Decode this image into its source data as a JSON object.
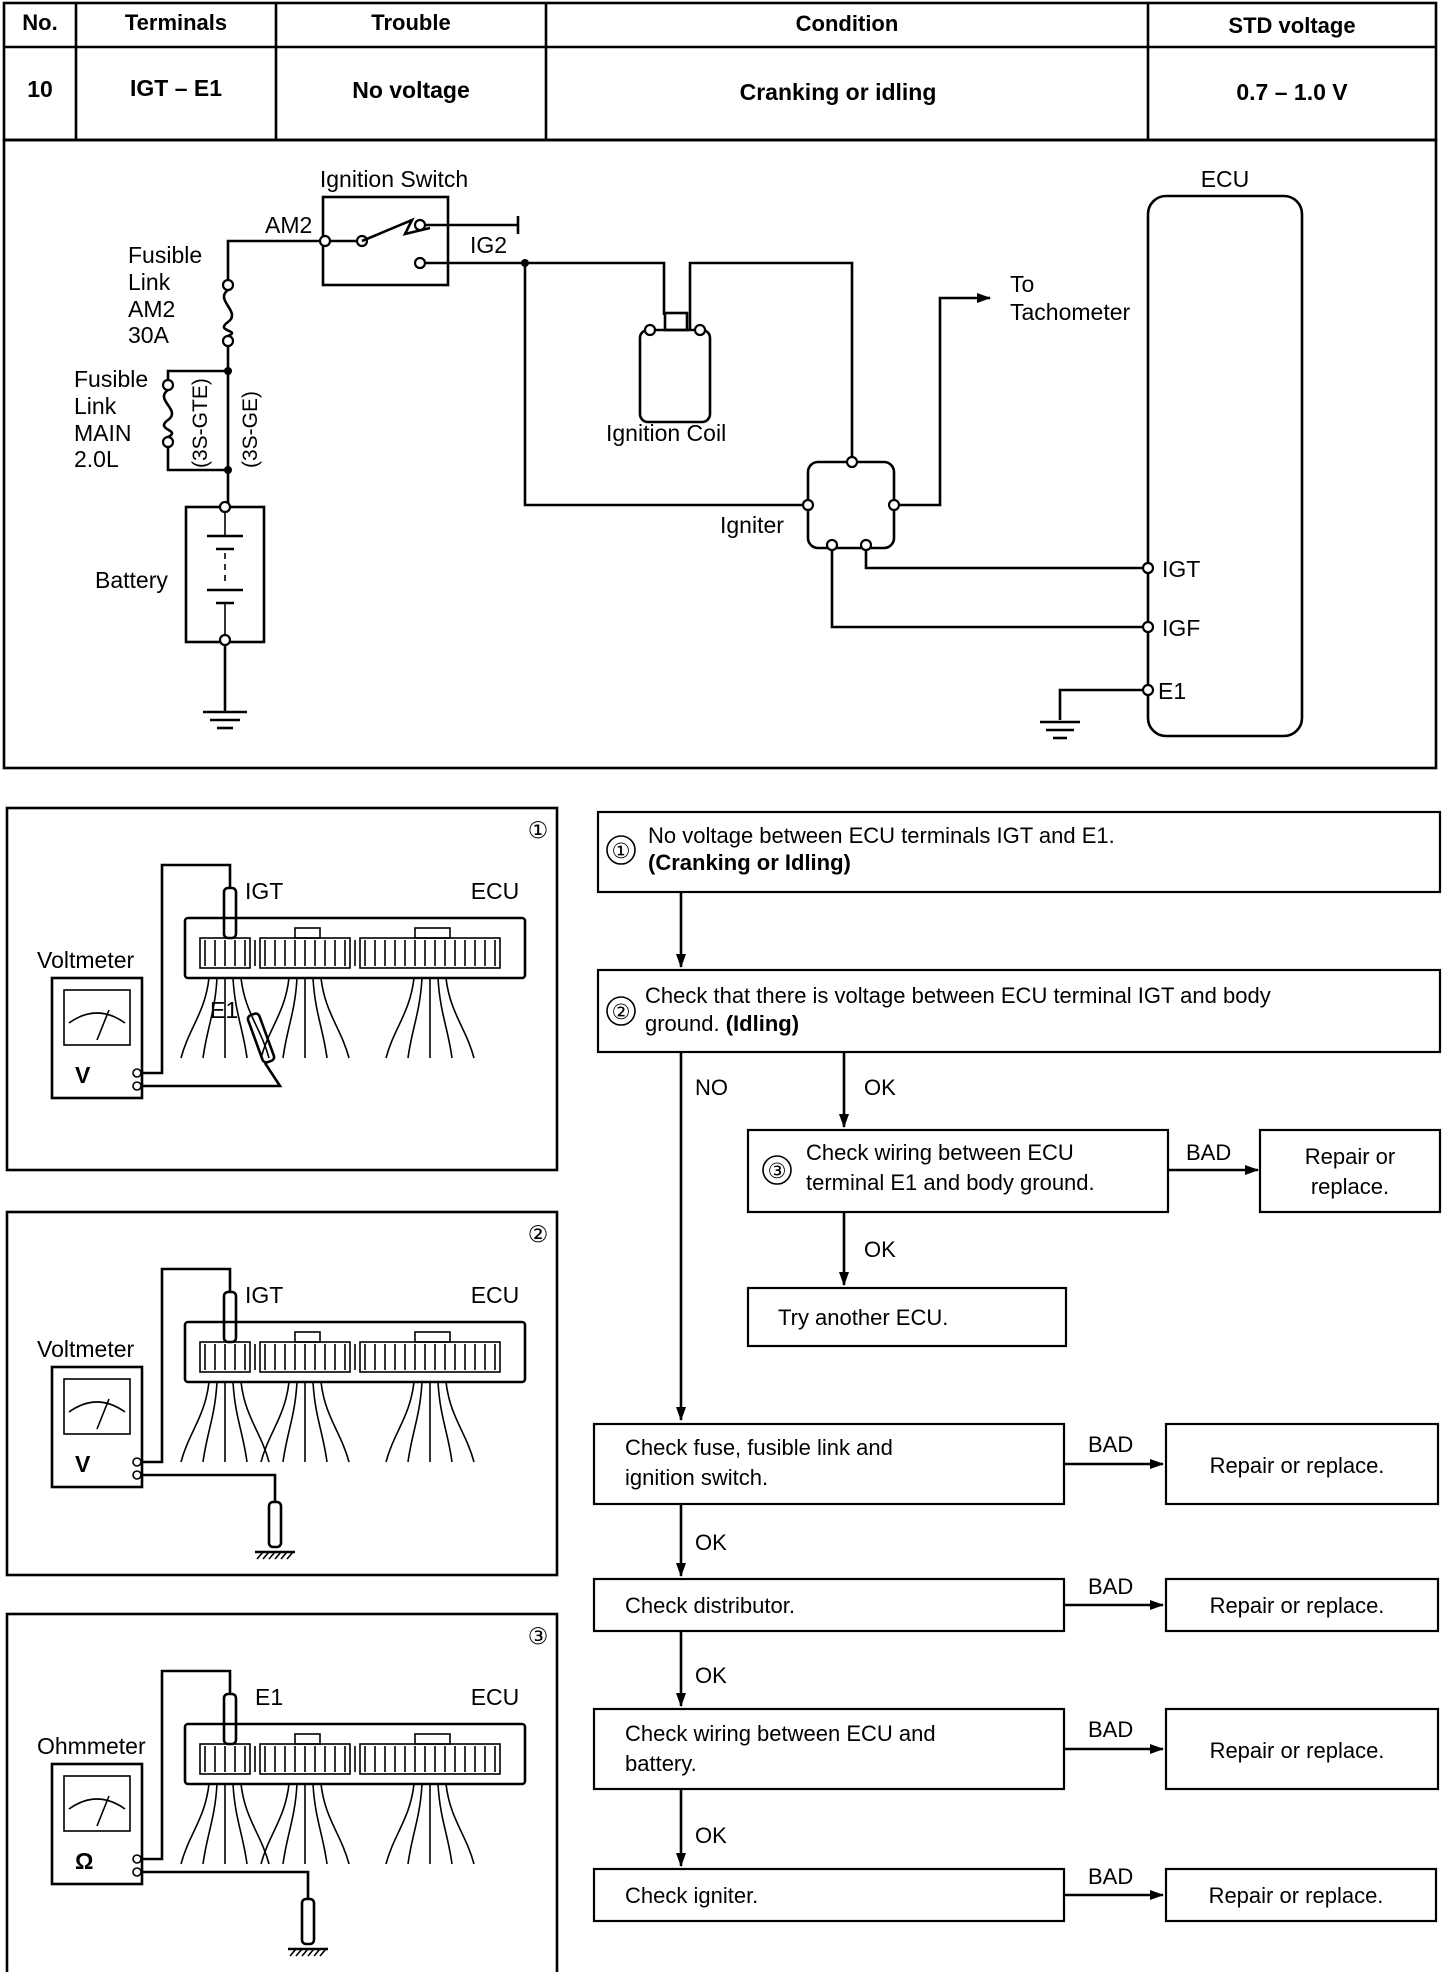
{
  "table": {
    "headers": [
      "No.",
      "Terminals",
      "Trouble",
      "Condition",
      "STD voltage"
    ],
    "row": [
      "10",
      "IGT – E1",
      "No voltage",
      "Cranking or idling",
      "0.7 – 1.0 V"
    ]
  },
  "schematic": {
    "ignition_switch": "Ignition Switch",
    "am2": "AM2",
    "ig2": "IG2",
    "fusible_link_am2": [
      "Fusible",
      "Link",
      "AM2",
      "30A"
    ],
    "fusible_link_main": [
      "Fusible",
      "Link",
      "MAIN",
      "2.0L"
    ],
    "variant_gte": "(3S-GTE)",
    "variant_ge": "(3S-GE)",
    "battery": "Battery",
    "ignition_coil": "Ignition Coil",
    "to_tachometer": [
      "To",
      "Tachometer"
    ],
    "igniter": "Igniter",
    "ecu": "ECU",
    "igt": "IGT",
    "igf": "IGF",
    "e1": "E1"
  },
  "illustrations": [
    {
      "number": "①",
      "meter": "Voltmeter",
      "terminal": "IGT",
      "ecu": "ECU",
      "terminal2": "E1",
      "symbol": "V"
    },
    {
      "number": "②",
      "meter": "Voltmeter",
      "terminal": "IGT",
      "ecu": "ECU",
      "symbol": "V"
    },
    {
      "number": "③",
      "meter": "Ohmmeter",
      "terminal": "E1",
      "ecu": "ECU",
      "symbol": "Ω"
    }
  ],
  "flowchart": {
    "step1": {
      "num": "①",
      "line1": "No voltage between ECU terminals IGT and E1.",
      "line2": "(Cranking or Idling)"
    },
    "step2": {
      "num": "②",
      "line1": "Check that there is voltage between ECU terminal IGT and body",
      "line2": "ground.  (Idling)"
    },
    "step3": {
      "num": "③",
      "line1": "Check wiring between ECU",
      "line2": "terminal E1 and body ground."
    },
    "repair_a": [
      "Repair or",
      "replace."
    ],
    "try_ecu": "Try another ECU.",
    "fuse": [
      "Check fuse, fusible link and",
      "ignition switch."
    ],
    "distributor": "Check distributor.",
    "wiring_batt": [
      "Check wiring between ECU and",
      "battery."
    ],
    "igniter": "Check igniter.",
    "repair": "Repair or replace.",
    "no": "NO",
    "ok": "OK",
    "bad": "BAD"
  }
}
